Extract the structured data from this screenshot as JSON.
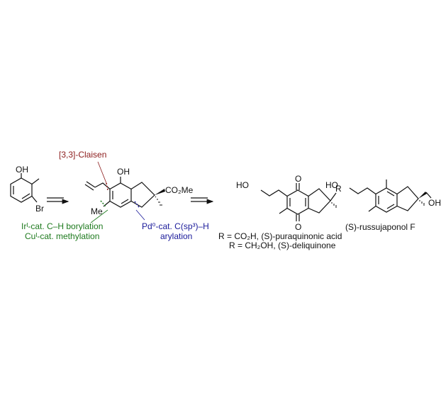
{
  "molecules": {
    "start": {
      "oh": "OH",
      "br": "Br"
    },
    "intermediate": {
      "oh": "OH",
      "ester": "CO₂Me",
      "me": "Me"
    },
    "quinone": {
      "ho": "HO",
      "o_top": "O",
      "o_bottom": "O",
      "r": "R",
      "caption_1": "R = CO₂H, (S)-puraquinonic acid",
      "caption_2": "R = CH₂OH, (S)-deliquinone"
    },
    "russujaponol": {
      "ho": "HO",
      "oh": "OH",
      "caption": "(S)-russujaponol F"
    }
  },
  "annotations": {
    "claisen": "[3,3]-Claisen",
    "borylation": "Irᴵ-cat. C–H borylation",
    "methylation": "Cuᴵ-cat. methylation",
    "arylation_1": "Pd⁰-cat. C(sp³)–H",
    "arylation_2": "arylation"
  },
  "colors": {
    "claisen": "#8b1a1a",
    "iridium": "#1e7a1e",
    "palladium": "#1a1a9a"
  }
}
